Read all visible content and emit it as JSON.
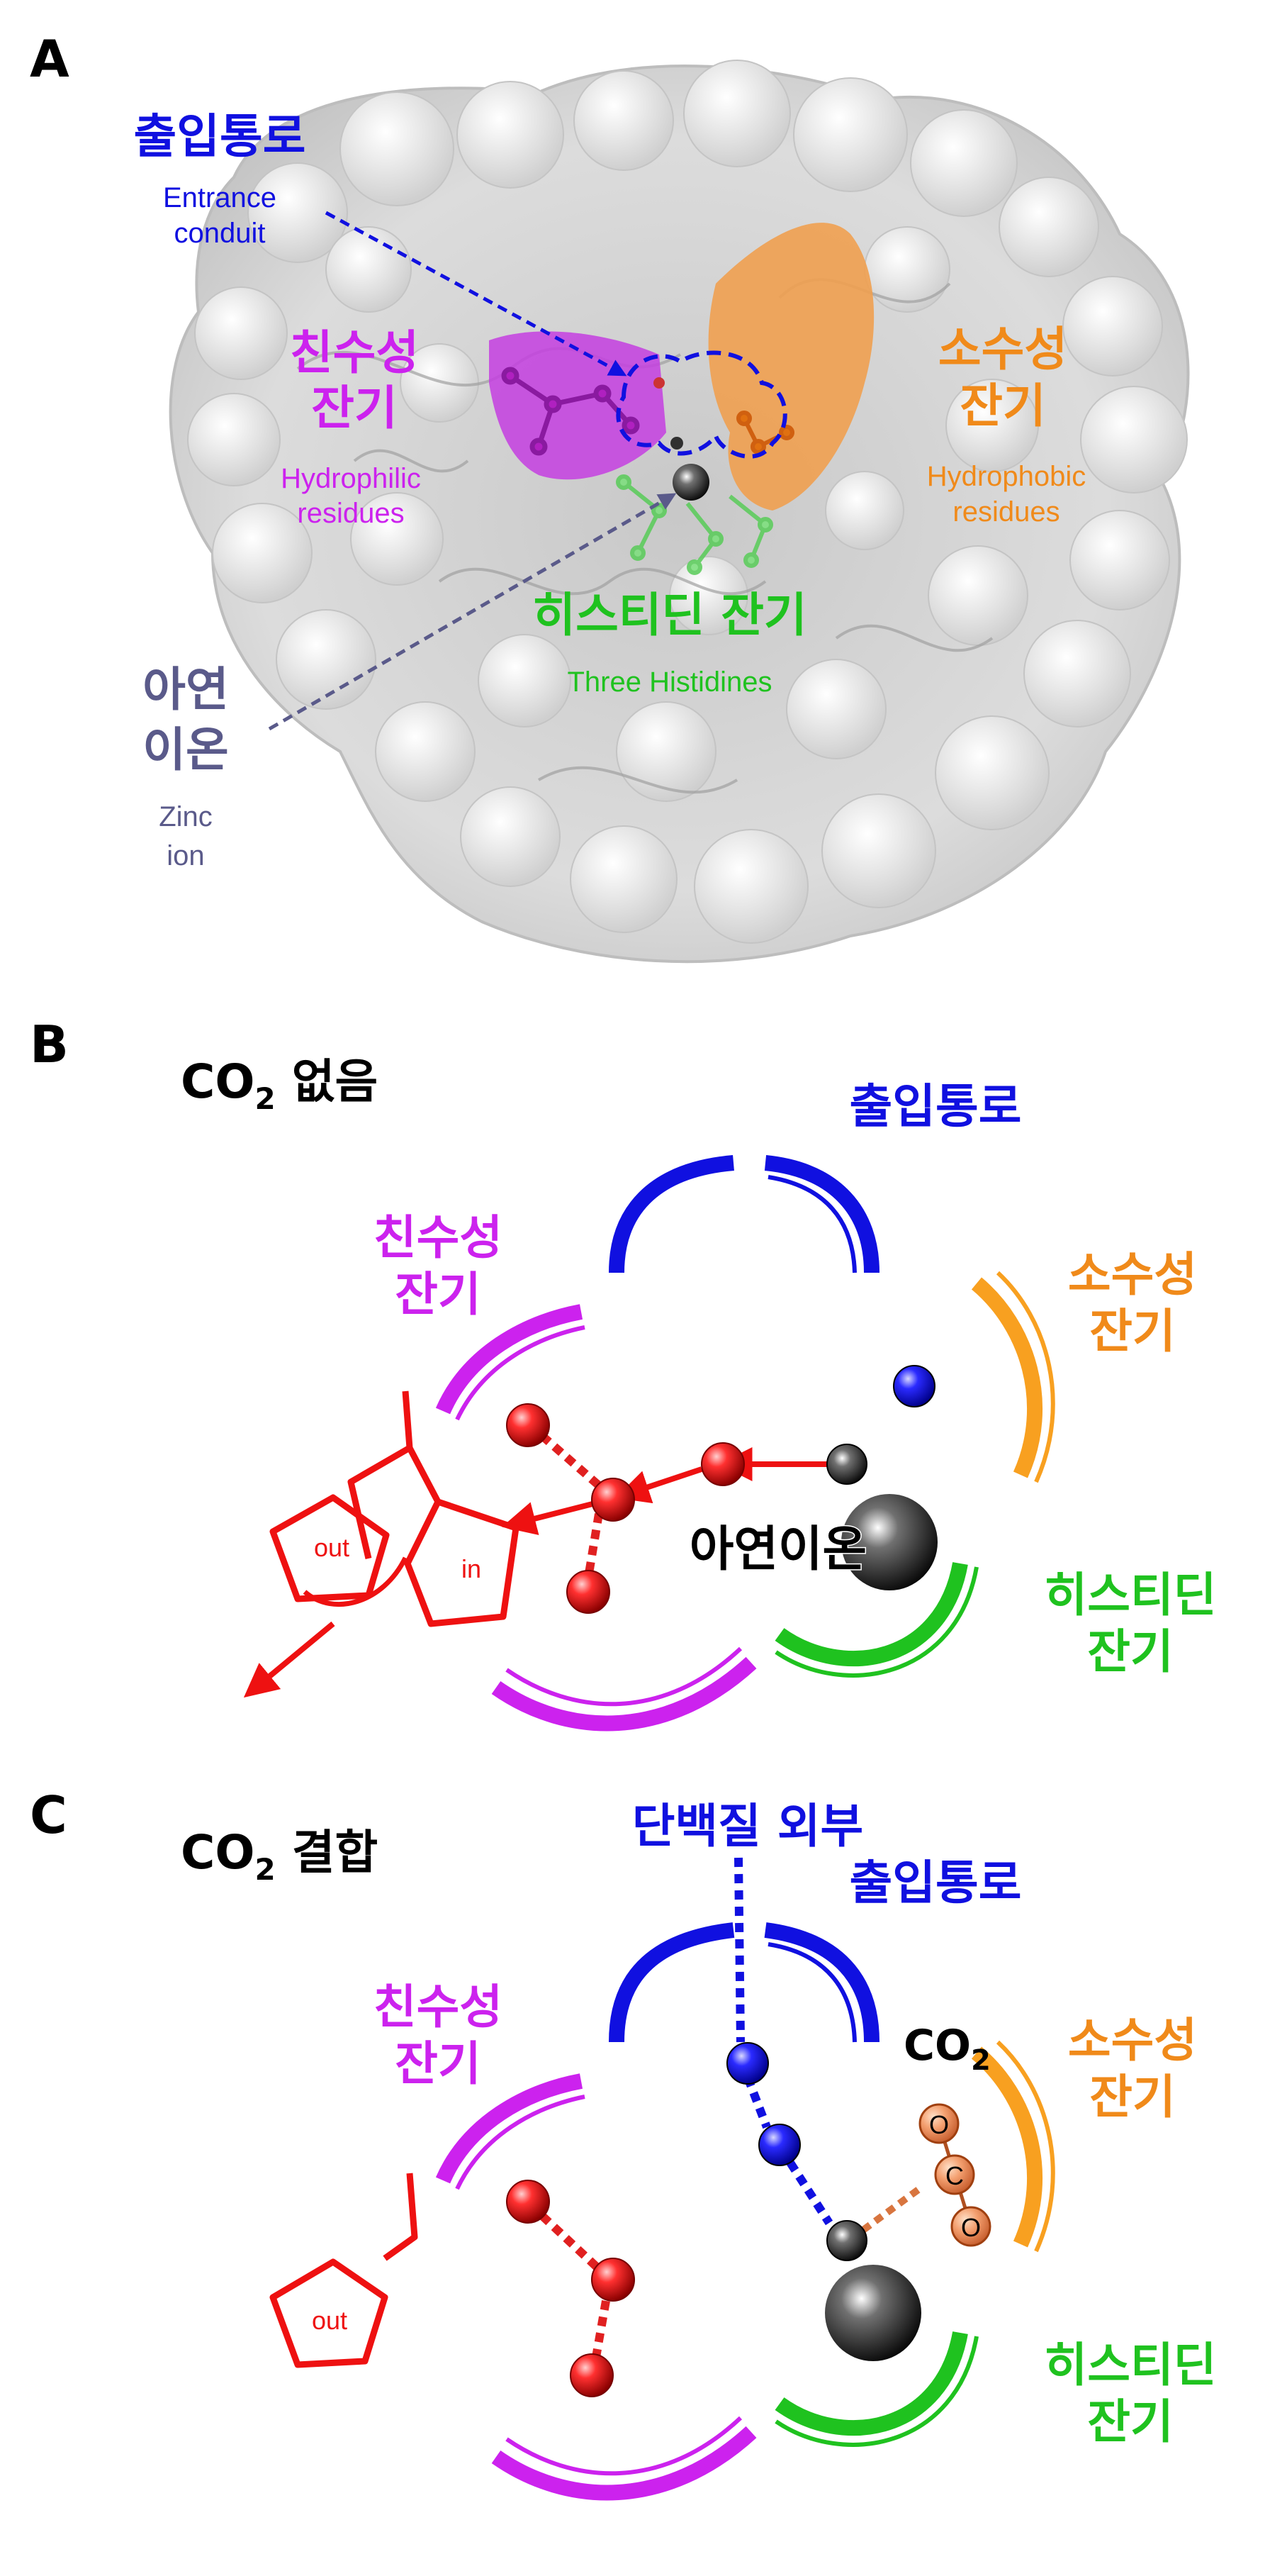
{
  "panels": {
    "a": "A",
    "b": "B",
    "c": "C"
  },
  "panel_a": {
    "entrance": {
      "ko": "출입통로",
      "en1": "Entrance",
      "en2": "conduit"
    },
    "hydrophilic": {
      "ko1": "친수성",
      "ko2": "잔기",
      "en1": "Hydrophilic",
      "en2": "residues"
    },
    "hydrophobic": {
      "ko1": "소수성",
      "ko2": "잔기",
      "en1": "Hydrophobic",
      "en2": "residues"
    },
    "histidine": {
      "ko": "히스티딘 잔기",
      "en": "Three Histidines"
    },
    "zinc": {
      "ko1": "아연",
      "ko2": "이온",
      "en1": "Zinc",
      "en2": "ion"
    }
  },
  "panel_b": {
    "title_co": "CO",
    "title_sub": "2",
    "title_rest": " 없음",
    "entrance": "출입통로",
    "hydrophilic_1": "친수성",
    "hydrophilic_2": "잔기",
    "hydrophobic_1": "소수성",
    "hydrophobic_2": "잔기",
    "histidine_1": "히스티딘",
    "histidine_2": "잔기",
    "zinc_label": "아연이온",
    "ring_out": "out",
    "ring_in": "in"
  },
  "panel_c": {
    "title_co": "CO",
    "title_sub": "2",
    "title_rest": " 결합",
    "outside": "단백질 외부",
    "entrance": "출입통로",
    "hydrophilic_1": "친수성",
    "hydrophilic_2": "잔기",
    "hydrophobic_1": "소수성",
    "hydrophobic_2": "잔기",
    "histidine_1": "히스티딘",
    "histidine_2": "잔기",
    "co2_co": "CO",
    "co2_sub": "2",
    "atom_o1": "O",
    "atom_c": "C",
    "atom_o2": "O",
    "ring_out": "out"
  },
  "colors": {
    "entrance": "#1010e0",
    "hydrophilic": "#cc22ee",
    "hydrophobic": "#f08a1a",
    "histidine": "#1fc21f",
    "zinc_label": "#5a5a8a",
    "water": "#e02020",
    "pathway": "#ee1111"
  }
}
